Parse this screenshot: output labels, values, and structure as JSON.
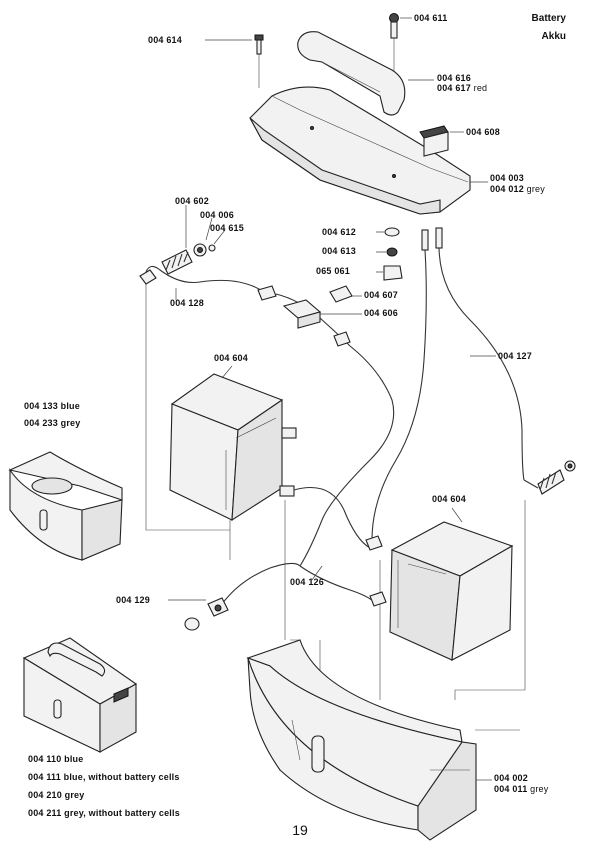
{
  "header": {
    "title_en": "Battery",
    "title_de": "Akku"
  },
  "labels": {
    "p004614": "004 614",
    "p004611": "004 611",
    "p004616": "004 616",
    "p004617": "004 617",
    "p004617_color": "red",
    "p004608": "004 608",
    "p004003": "004 003",
    "p004012": "004 012",
    "p004012_color": "grey",
    "p004602": "004 602",
    "p004006": "004 006",
    "p004615": "004 615",
    "p004612": "004 612",
    "p004613": "004 613",
    "p065061": "065 061",
    "p004607": "004 607",
    "p004606": "004 606",
    "p004128": "004 128",
    "p004604a": "004 604",
    "p004127": "004 127",
    "p004133": "004 133 blue",
    "p004233": "004 233 grey",
    "p004604b": "004 604",
    "p004126": "004 126",
    "p004129": "004 129",
    "p004002": "004 002",
    "p004011": "004 011",
    "p004011_color": "grey",
    "p004110": "004 110 blue",
    "p004111": "004 111 blue, without battery cells",
    "p004210": "004 210 grey",
    "p004211": "004 211 grey, without battery cells"
  },
  "page_number": "19"
}
